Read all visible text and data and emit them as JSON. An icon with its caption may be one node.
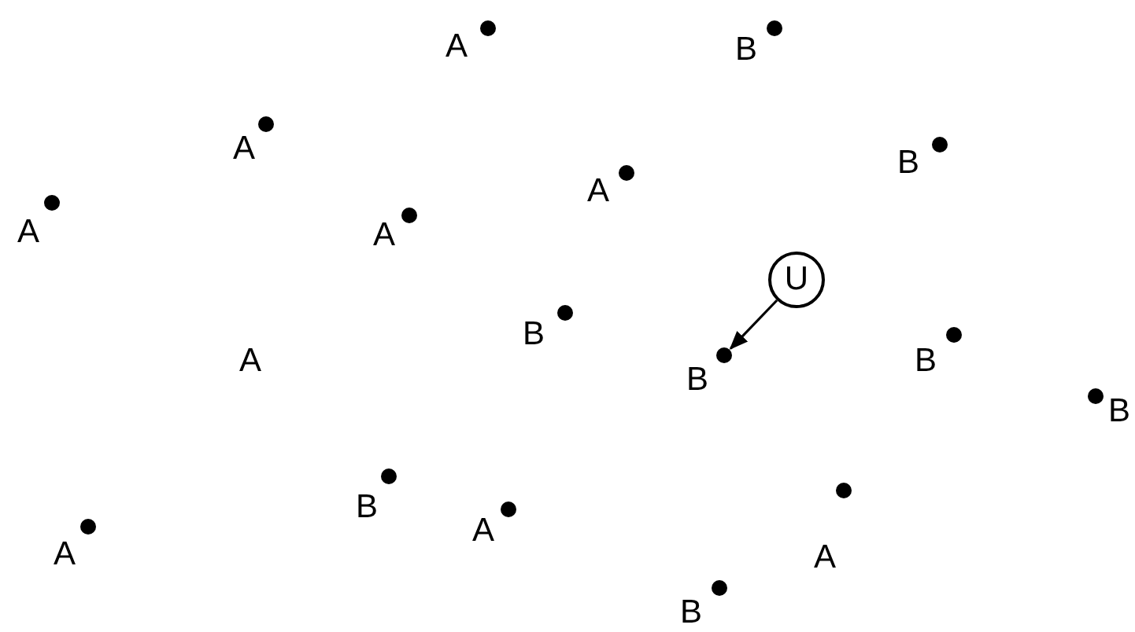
{
  "diagram": {
    "nodes": [
      {
        "text": [
          "A"
        ]
      },
      {
        "text": [
          "B"
        ]
      },
      {
        "text": [
          "A"
        ]
      },
      {
        "text": [
          "B"
        ]
      },
      {
        "text": [
          "A"
        ]
      },
      {
        "text": [
          "A"
        ]
      },
      {
        "text": [
          "A"
        ]
      },
      {
        "text": [
          "U"
        ]
      },
      {
        "text": [
          "B"
        ]
      },
      {
        "text": [
          "B"
        ]
      },
      {
        "text": [
          "B"
        ]
      },
      {
        "text": [
          "B"
        ]
      },
      {
        "text": [
          "B"
        ]
      },
      {
        "text": [
          "A"
        ]
      },
      {
        "text": [
          "A"
        ]
      },
      {
        "text": [
          "A"
        ]
      },
      {
        "text": [
          "B"
        ]
      }
    ],
    "edges": [
      {
        "from": 7,
        "to": 10,
        "arrow": "to"
      }
    ],
    "labels": [
      "A"
    ]
  }
}
